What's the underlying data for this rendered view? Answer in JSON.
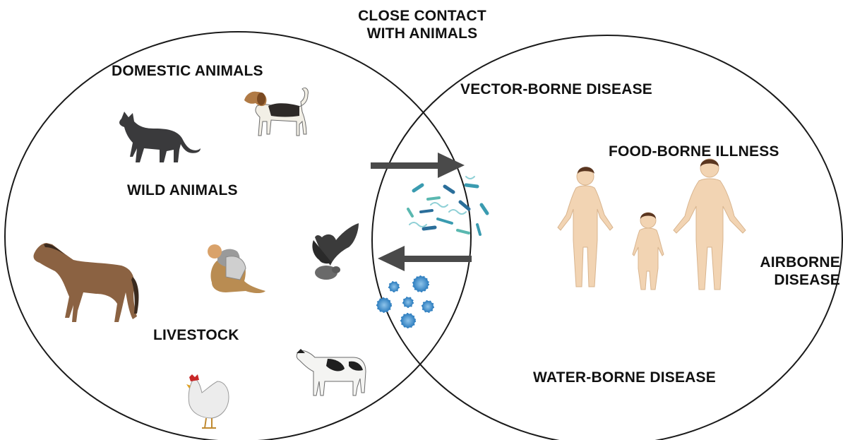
{
  "title_line1": "CLOSE CONTACT",
  "title_line2": "WITH ANIMALS",
  "left_circle": {
    "labels": {
      "domestic": "DOMESTIC ANIMALS",
      "wild": "WILD ANIMALS",
      "livestock": "LIVESTOCK"
    },
    "icons": [
      "cat-icon",
      "dog-icon",
      "horse-icon",
      "monkey-icon",
      "bat-icon",
      "chicken-icon",
      "cow-icon"
    ]
  },
  "right_circle": {
    "labels": {
      "vector": "VECTOR-BORNE DISEASE",
      "food": "FOOD-BORNE ILLNESS",
      "airborne_line1": "AIRBORNE",
      "airborne_line2": "DISEASE",
      "water": "WATER-BORNE DISEASE"
    },
    "icons": [
      "woman-icon",
      "child-icon",
      "man-icon"
    ]
  },
  "overlap": {
    "icons": [
      "bacteria-icon",
      "virus-icon",
      "arrow-right-icon",
      "arrow-left-icon"
    ]
  },
  "colors": {
    "circle_stroke": "#1a1a1a",
    "arrow": "#4a4a4a",
    "skin": "#f2d4b3",
    "bacteria": "#3a9bb0",
    "virus": "#2f7fc0"
  }
}
